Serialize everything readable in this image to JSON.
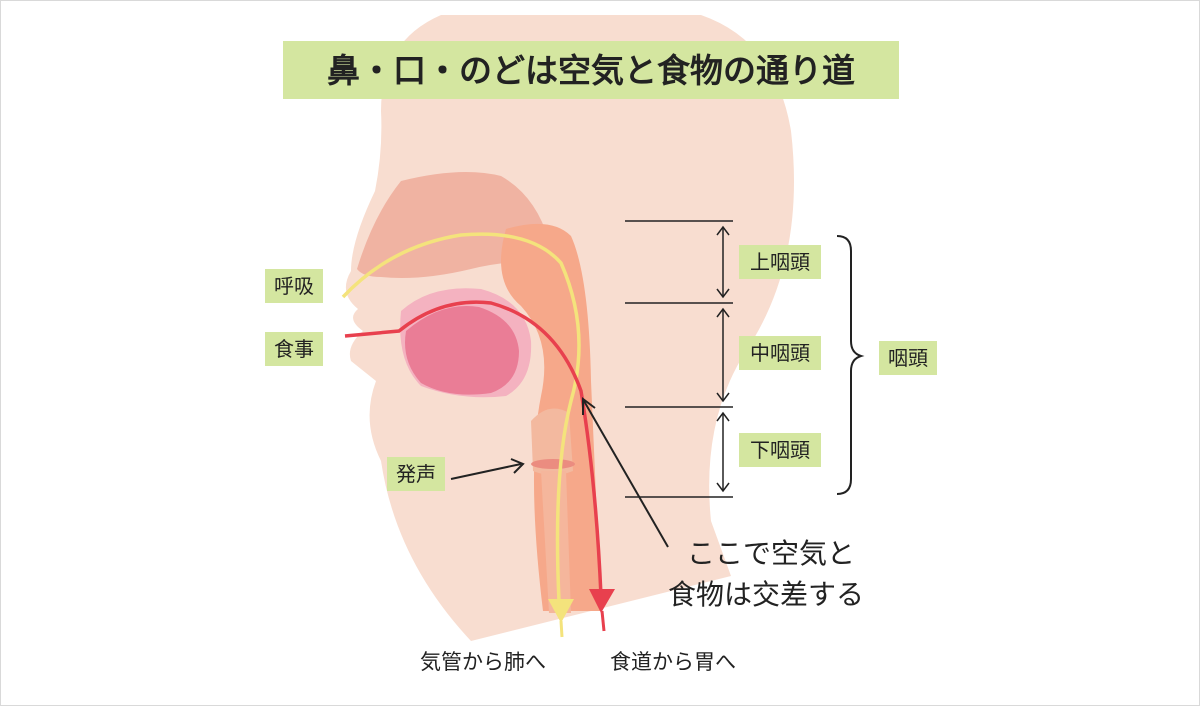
{
  "title": "鼻・口・のどは空気と食物の通り道",
  "labels": {
    "breathing": "呼吸",
    "eating": "食事",
    "voice": "発声",
    "upper_pharynx": "上咽頭",
    "middle_pharynx": "中咽頭",
    "lower_pharynx": "下咽頭",
    "pharynx": "咽頭",
    "crossing_line1": "ここで空気と",
    "crossing_line2": "食物は交差する",
    "to_lungs": "気管から肺へ",
    "to_stomach": "食道から胃へ"
  },
  "colors": {
    "label_bg": "#d4e6a0",
    "skin": "#f8ddd0",
    "nasal_cavity": "#f0b3a2",
    "pharynx_wall": "#f6a88a",
    "tongue": "#ea7d96",
    "mouth_cavity": "#f4b2c0",
    "air_path": "#f4e37c",
    "food_path": "#e8404e"
  }
}
